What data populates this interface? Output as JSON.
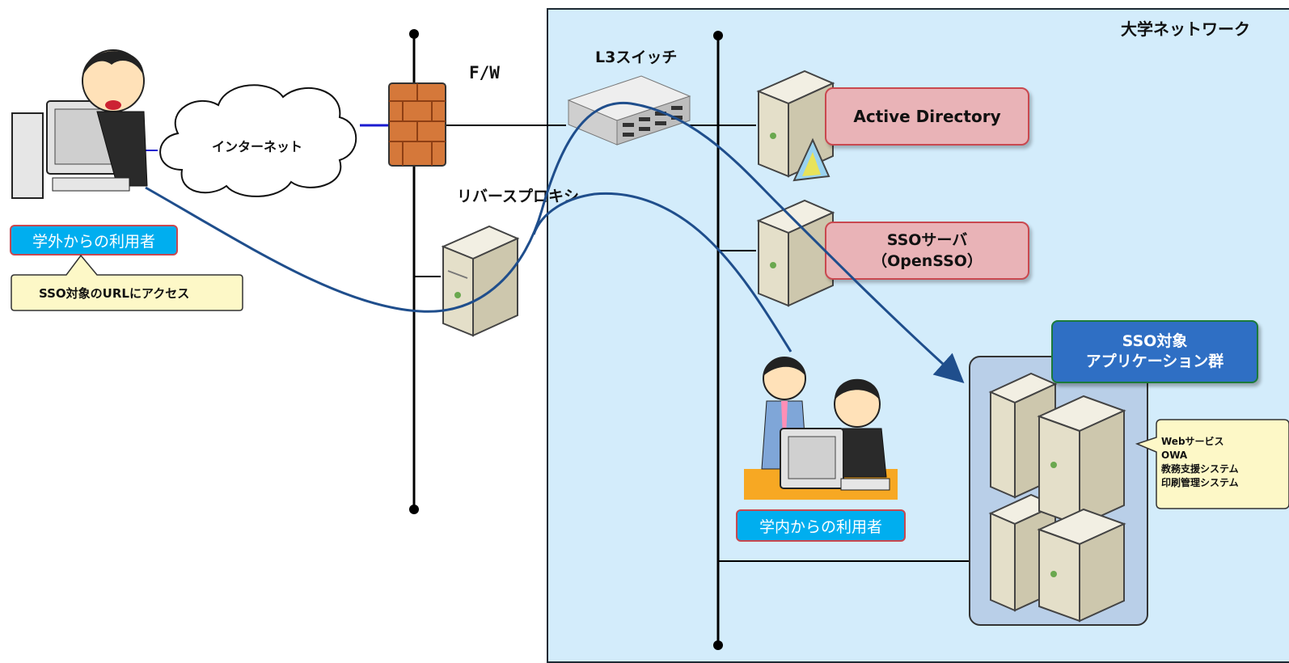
{
  "zone": {
    "title": "大学ネットワーク"
  },
  "labels": {
    "firewall": "F/W",
    "l3switch": "L3スイッチ",
    "reverse_proxy": "リバースプロキシ",
    "internet": "インターネット"
  },
  "servers": {
    "active_directory": "Active Directory",
    "sso_server_line1": "SSOサーバ",
    "sso_server_line2": "（OpenSSO）"
  },
  "external_user": {
    "label": "学外からの利用者",
    "callout": "SSO対象のURLにアクセス"
  },
  "internal_user": {
    "label": "学内からの利用者"
  },
  "apps": {
    "title_line1": "SSO対象",
    "title_line2": "アプリケーション群",
    "items": [
      "Webサービス",
      "OWA",
      "教務支援システム",
      "印刷管理システム"
    ]
  },
  "colors": {
    "zone_bg": "#d3ecfb",
    "flow_line": "#1f4e8c",
    "pink_box": "#e9b3b7",
    "cyan_label": "#00aeef",
    "blue_box": "#2f6fc4",
    "callout_bg": "#fdf8c7"
  }
}
